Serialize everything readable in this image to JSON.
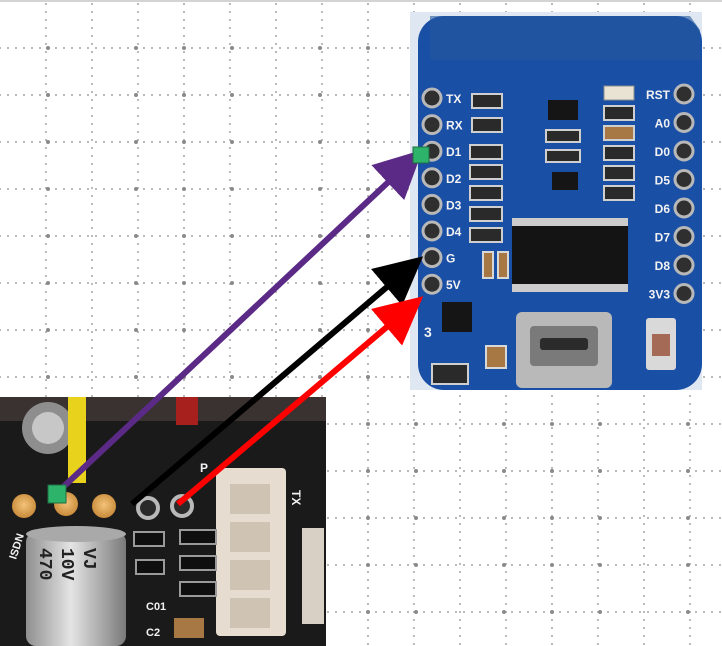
{
  "colors": {
    "background": "#ffffff",
    "grid_dots": "#8a8a8a",
    "pcb_blue": "#1a4fa6",
    "pcb_black": "#141414",
    "purple_wire": "#5b2a86",
    "black_wire": "#000000",
    "red_wire": "#ff0000",
    "connection_marker": "#2db36a"
  },
  "esp_board": {
    "left_pins": [
      "TX",
      "RX",
      "D1",
      "D2",
      "D3",
      "D4",
      "G",
      "5V"
    ],
    "right_pins": [
      "RST",
      "A0",
      "D0",
      "D5",
      "D6",
      "D7",
      "D8",
      "3V3"
    ],
    "ic_label": "3"
  },
  "sensor_board": {
    "capacitor_label": [
      "470",
      "10V",
      "VJ"
    ],
    "silk_labels": {
      "signal": "ISDN",
      "cap1": "C01",
      "cap2": "C2",
      "pin_letter": "P",
      "connector": "TX"
    }
  },
  "wires": [
    {
      "name": "signal-wire",
      "color": "purple",
      "from": "sensor.signal",
      "to": "esp.D1"
    },
    {
      "name": "ground-wire",
      "color": "black",
      "from": "sensor.G",
      "to": "esp.G"
    },
    {
      "name": "power-wire",
      "color": "red",
      "from": "sensor.V",
      "to": "esp.5V"
    }
  ]
}
